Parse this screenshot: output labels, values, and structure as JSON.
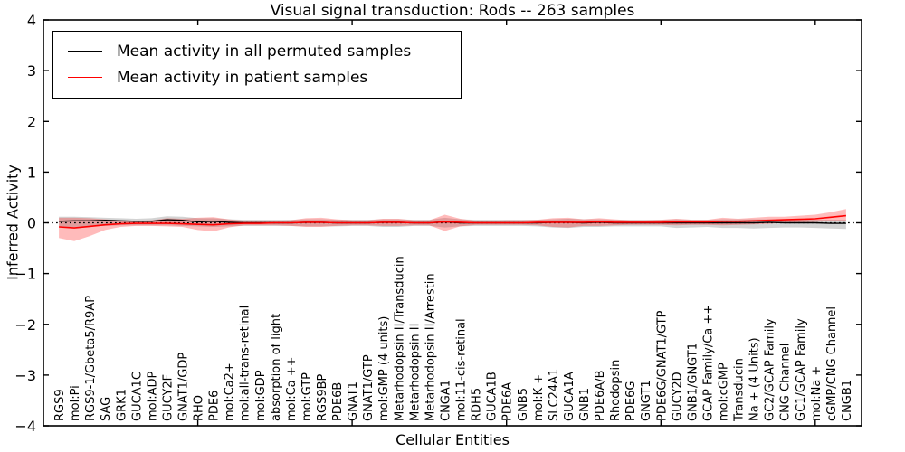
{
  "chart_data": {
    "type": "line",
    "title": "Visual signal transduction: Rods -- 263 samples",
    "xlabel": "Cellular Entities",
    "ylabel": "Inferred Activity",
    "ylim": [
      -4,
      4
    ],
    "yticks": [
      4,
      3,
      2,
      1,
      0,
      -1,
      -2,
      -3,
      -4
    ],
    "xlim": [
      0,
      53
    ],
    "xticks": [
      10,
      20,
      30,
      40,
      50
    ],
    "grid": false,
    "legend_position": "upper left",
    "zero_line": {
      "style": "dotted",
      "color": "#000000",
      "y": 0
    },
    "categories": [
      "RGS9",
      "mol:Pi",
      "RGS9-1/Gbeta5/R9AP",
      "SAG",
      "GRK1",
      "GUCA1C",
      "mol:ADP",
      "GUCY2F",
      "GNAT1/GDP",
      "RHO",
      "PDE6",
      "mol:Ca2+",
      "mol:all-trans-retinal",
      "mol:GDP",
      "absorption of light",
      "mol:Ca ++",
      "mol:GTP",
      "RGS9BP",
      "PDE6B",
      "GNAT1",
      "GNAT1/GTP",
      "mol:GMP (4 units)",
      "Metarhodopsin II/Transducin",
      "Metarhodopsin II",
      "Metarhodopsin II/Arrestin",
      "CNGA1",
      "mol:11-cis-retinal",
      "RDH5",
      "GUCA1B",
      "PDE6A",
      "GNB5",
      "mol:K +",
      "SLC24A1",
      "GUCA1A",
      "GNB1",
      "PDE6A/B",
      "Rhodopsin",
      "PDE6G",
      "GNGT1",
      "PDE6G/GNAT1/GTP",
      "GUCY2D",
      "GNB1/GNGT1",
      "GCAP Family/Ca ++",
      "mol:cGMP",
      "Transducin",
      "Na + (4 Units)",
      "GC2/GCAP Family",
      "CNG Channel",
      "GC1/GCAP Family",
      "mol:Na +",
      "cGMP/CNG Channel",
      "CNGB1"
    ],
    "series": [
      {
        "name": "Mean activity in all permuted samples",
        "color": "#000000",
        "band_fill": "rgba(110,110,110,0.30)",
        "values": [
          0.03,
          0.04,
          0.04,
          0.05,
          0.04,
          0.03,
          0.03,
          0.06,
          0.05,
          0.02,
          0.03,
          0.01,
          0,
          0,
          0,
          0,
          0.01,
          0.01,
          0,
          0,
          0,
          0.01,
          0.01,
          0,
          0,
          0.02,
          0,
          0,
          0,
          0,
          0,
          0,
          0.01,
          0.01,
          0,
          0.01,
          0,
          0,
          0,
          0,
          0,
          0,
          0,
          0,
          0,
          0,
          0.01,
          0,
          0,
          0,
          -0.01,
          -0.01
        ],
        "band_upper": [
          0.12,
          0.12,
          0.11,
          0.1,
          0.09,
          0.08,
          0.09,
          0.13,
          0.12,
          0.09,
          0.09,
          0.07,
          0.06,
          0.06,
          0.06,
          0.06,
          0.07,
          0.07,
          0.06,
          0.06,
          0.06,
          0.07,
          0.07,
          0.06,
          0.06,
          0.1,
          0.07,
          0.06,
          0.06,
          0.06,
          0.06,
          0.06,
          0.07,
          0.08,
          0.07,
          0.07,
          0.06,
          0.06,
          0.06,
          0.06,
          0.07,
          0.06,
          0.06,
          0.07,
          0.07,
          0.07,
          0.07,
          0.06,
          0.06,
          0.06,
          0.06,
          0.06
        ],
        "band_lower": [
          -0.08,
          -0.08,
          -0.07,
          -0.06,
          -0.05,
          -0.05,
          -0.05,
          -0.05,
          -0.06,
          -0.07,
          -0.08,
          -0.07,
          -0.06,
          -0.06,
          -0.06,
          -0.06,
          -0.07,
          -0.07,
          -0.07,
          -0.06,
          -0.06,
          -0.08,
          -0.08,
          -0.06,
          -0.06,
          -0.09,
          -0.07,
          -0.06,
          -0.06,
          -0.06,
          -0.06,
          -0.07,
          -0.09,
          -0.1,
          -0.08,
          -0.08,
          -0.07,
          -0.07,
          -0.07,
          -0.07,
          -0.1,
          -0.09,
          -0.08,
          -0.1,
          -0.1,
          -0.11,
          -0.1,
          -0.09,
          -0.09,
          -0.1,
          -0.11,
          -0.12
        ]
      },
      {
        "name": "Mean activity in patient samples",
        "color": "#ff0000",
        "band_fill": "rgba(255,30,30,0.30)",
        "values": [
          -0.08,
          -0.1,
          -0.07,
          -0.04,
          -0.02,
          -0.01,
          -0.01,
          -0.01,
          -0.02,
          -0.03,
          -0.04,
          -0.02,
          -0.01,
          -0.01,
          0,
          0,
          0.01,
          0.01,
          0,
          0,
          0,
          0.01,
          0.01,
          0,
          0,
          0.02,
          0.01,
          0,
          0,
          0,
          0,
          0.01,
          0.01,
          0.01,
          0.01,
          0.02,
          0.01,
          0.01,
          0.01,
          0.01,
          0.02,
          0.02,
          0.02,
          0.03,
          0.03,
          0.04,
          0.05,
          0.06,
          0.07,
          0.08,
          0.11,
          0.14
        ],
        "band_upper": [
          0.1,
          0.1,
          0.09,
          0.07,
          0.05,
          0.04,
          0.05,
          0.09,
          0.08,
          0.1,
          0.11,
          0.07,
          0.04,
          0.04,
          0.04,
          0.05,
          0.09,
          0.1,
          0.07,
          0.05,
          0.05,
          0.08,
          0.08,
          0.05,
          0.05,
          0.16,
          0.08,
          0.04,
          0.04,
          0.05,
          0.05,
          0.06,
          0.09,
          0.1,
          0.07,
          0.09,
          0.07,
          0.05,
          0.05,
          0.06,
          0.08,
          0.06,
          0.06,
          0.1,
          0.08,
          0.1,
          0.12,
          0.12,
          0.14,
          0.16,
          0.21,
          0.27
        ],
        "band_lower": [
          -0.3,
          -0.36,
          -0.26,
          -0.14,
          -0.08,
          -0.06,
          -0.06,
          -0.07,
          -0.08,
          -0.14,
          -0.17,
          -0.09,
          -0.05,
          -0.05,
          -0.05,
          -0.06,
          -0.08,
          -0.08,
          -0.06,
          -0.05,
          -0.05,
          -0.06,
          -0.06,
          -0.05,
          -0.05,
          -0.16,
          -0.07,
          -0.04,
          -0.04,
          -0.04,
          -0.04,
          -0.05,
          -0.08,
          -0.09,
          -0.06,
          -0.06,
          -0.05,
          -0.04,
          -0.04,
          -0.04,
          -0.05,
          -0.04,
          -0.04,
          -0.05,
          -0.04,
          -0.03,
          -0.02,
          0,
          0.01,
          0.02,
          0.03,
          0.04
        ]
      }
    ]
  }
}
